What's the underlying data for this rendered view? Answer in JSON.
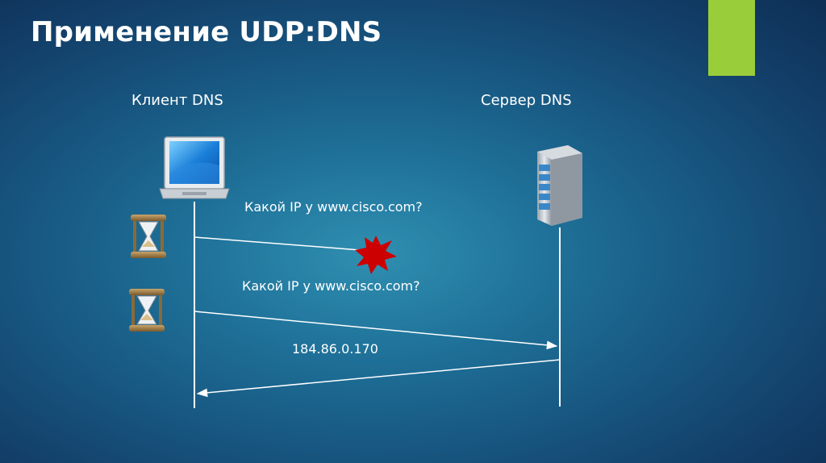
{
  "title": "Применение UDP:DNS",
  "client_label": "Клиент DNS",
  "server_label": "Сервер DNS",
  "messages": {
    "first_query": "Какой IP у www.cisco.com?",
    "second_query": "Какой IP у www.cisco.com?",
    "response": "184.86.0.170"
  },
  "colors": {
    "accent": "#9acd3a",
    "loss_burst": "#cc0000",
    "lines": "#ffffff"
  },
  "icons": [
    "laptop-icon",
    "server-icon",
    "hourglass-icon",
    "packet-loss-burst-icon"
  ]
}
